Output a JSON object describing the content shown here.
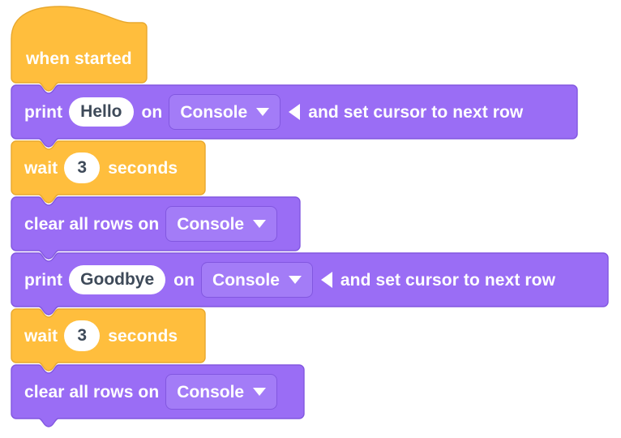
{
  "editor": {
    "name": "block-code-workspace",
    "background": "#ffffff"
  },
  "colors": {
    "event_block": "#FFBE3D",
    "event_block_border": "#E8A82E",
    "console_block": "#9A6DF5",
    "console_block_border": "#8257E0",
    "dropdown_field": "#A37CF7",
    "dropdown_border": "#8257E0",
    "pill_background": "#FFFFFF",
    "pill_text": "#3E4A59",
    "block_text": "#FFFFFF"
  },
  "script": {
    "title": "when started",
    "blocks": [
      {
        "id": "hat-when-started",
        "type": "hat",
        "category": "event",
        "label": "when started"
      },
      {
        "id": "print-hello",
        "type": "stack",
        "category": "console",
        "label_print": "print",
        "value": "Hello",
        "label_on": "on",
        "dropdown": "Console",
        "label_tail": "and set cursor to next row"
      },
      {
        "id": "wait-3-a",
        "type": "stack",
        "category": "event",
        "label_wait": "wait",
        "value": "3",
        "label_seconds": "seconds"
      },
      {
        "id": "clear-rows-a",
        "type": "stack",
        "category": "console",
        "label": "clear all rows on",
        "dropdown": "Console"
      },
      {
        "id": "print-goodbye",
        "type": "stack",
        "category": "console",
        "label_print": "print",
        "value": "Goodbye",
        "label_on": "on",
        "dropdown": "Console",
        "label_tail": "and set cursor to next row"
      },
      {
        "id": "wait-3-b",
        "type": "stack",
        "category": "event",
        "label_wait": "wait",
        "value": "3",
        "label_seconds": "seconds"
      },
      {
        "id": "clear-rows-b",
        "type": "stack",
        "category": "console",
        "label": "clear all rows on",
        "dropdown": "Console"
      }
    ]
  },
  "icons": {
    "dropdown_caret": "caret-down-icon",
    "cursor_return": "caret-left-icon"
  }
}
